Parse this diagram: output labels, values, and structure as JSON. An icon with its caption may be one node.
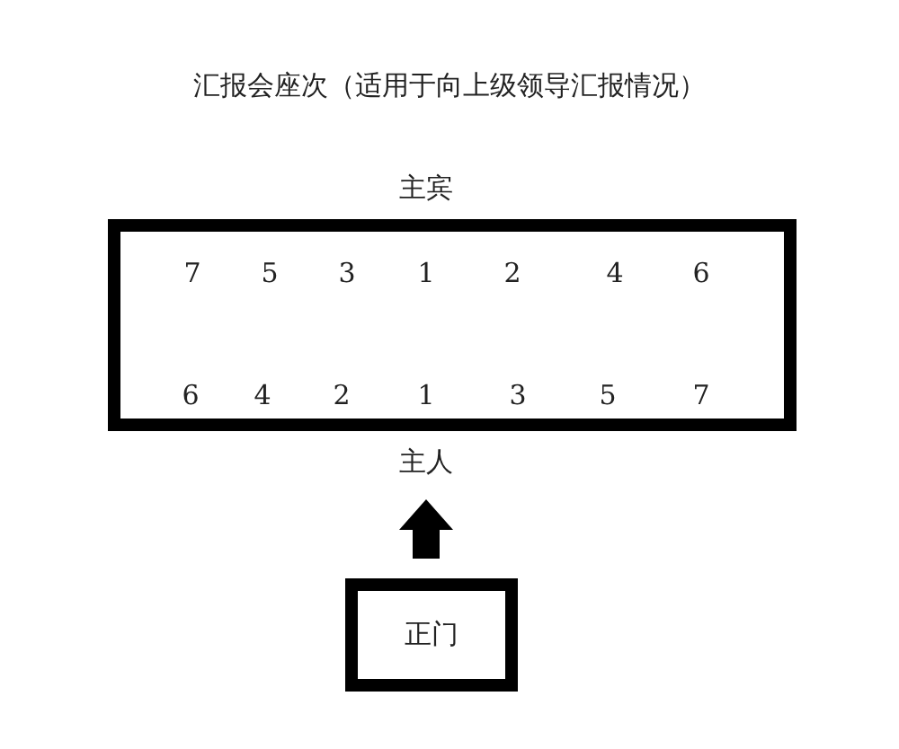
{
  "diagram": {
    "title": "汇报会座次（适用于向上级领导汇报情况）",
    "nodes": [
      {
        "text": [
          "7",
          "5",
          "3",
          "1",
          "2",
          "4",
          "6",
          "6",
          "4",
          "2",
          "1",
          "3",
          "5",
          "7"
        ],
        "beside": [
          "主宾"
        ]
      },
      {
        "text": [
          "主人"
        ]
      },
      {
        "text": [
          "正门"
        ]
      }
    ],
    "edges": [
      {
        "from": 2,
        "to": 1,
        "arrow": "to"
      }
    ]
  }
}
